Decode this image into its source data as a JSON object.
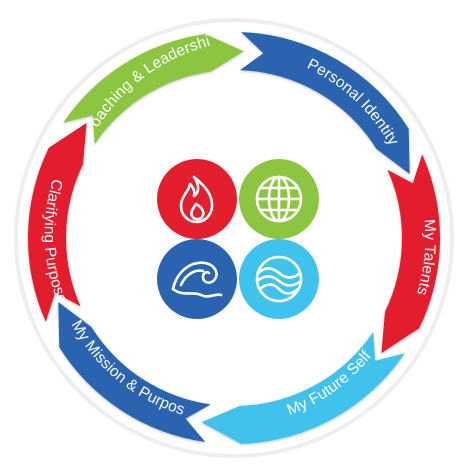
{
  "cycle": {
    "segments": [
      {
        "label": "Personal Identity",
        "color": "#2a63b0"
      },
      {
        "label": "My Talents",
        "color": "#e31e2d"
      },
      {
        "label": "My Future Self",
        "color": "#3fc2ec"
      },
      {
        "label": "My Mission & Purpose",
        "color": "#2a63b0"
      },
      {
        "label": "Clarifying Purpose",
        "color": "#e31e2d"
      },
      {
        "label": "Coaching & Leadership",
        "color": "#8cc540"
      }
    ]
  },
  "elements": [
    {
      "icon": "fire-icon",
      "color": "#e31e2d"
    },
    {
      "icon": "globe-icon",
      "color": "#8cc540"
    },
    {
      "icon": "wave-icon",
      "color": "#2a63b0"
    },
    {
      "icon": "water-icon",
      "color": "#3fc2ec"
    }
  ]
}
